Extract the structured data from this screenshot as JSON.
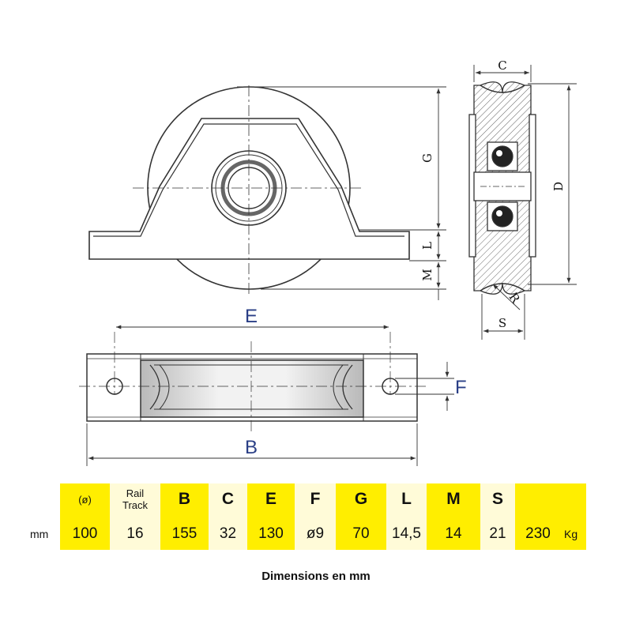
{
  "diagram": {
    "labels": {
      "top_c": "C",
      "g": "G",
      "d": "D",
      "l": "L",
      "m": "M",
      "r": "R",
      "s": "S",
      "e": "E",
      "f": "F",
      "b": "B"
    }
  },
  "colors": {
    "yellow": "#ffee00",
    "pale": "#fffbd8",
    "line": "#333333",
    "blue_label": "#2a3f86"
  },
  "table": {
    "unit_left": "mm",
    "unit_right": "Kg",
    "columns": [
      {
        "header": "(ø)",
        "value": "100",
        "style": "yellow",
        "small": true
      },
      {
        "header_line1": "Rail",
        "header_line2": "Track",
        "value": "16",
        "style": "pale",
        "two_line": true
      },
      {
        "header": "B",
        "value": "155",
        "style": "yellow"
      },
      {
        "header": "C",
        "value": "32",
        "style": "pale"
      },
      {
        "header": "E",
        "value": "130",
        "style": "yellow"
      },
      {
        "header": "F",
        "value": "ø9",
        "style": "pale"
      },
      {
        "header": "G",
        "value": "70",
        "style": "yellow"
      },
      {
        "header": "L",
        "value": "14,5",
        "style": "pale"
      },
      {
        "header": "M",
        "value": "14",
        "style": "yellow"
      },
      {
        "header": "S",
        "value": "21",
        "style": "pale"
      },
      {
        "header": "",
        "value": "230",
        "style": "yellow"
      }
    ]
  },
  "footer": "Dimensions en mm"
}
